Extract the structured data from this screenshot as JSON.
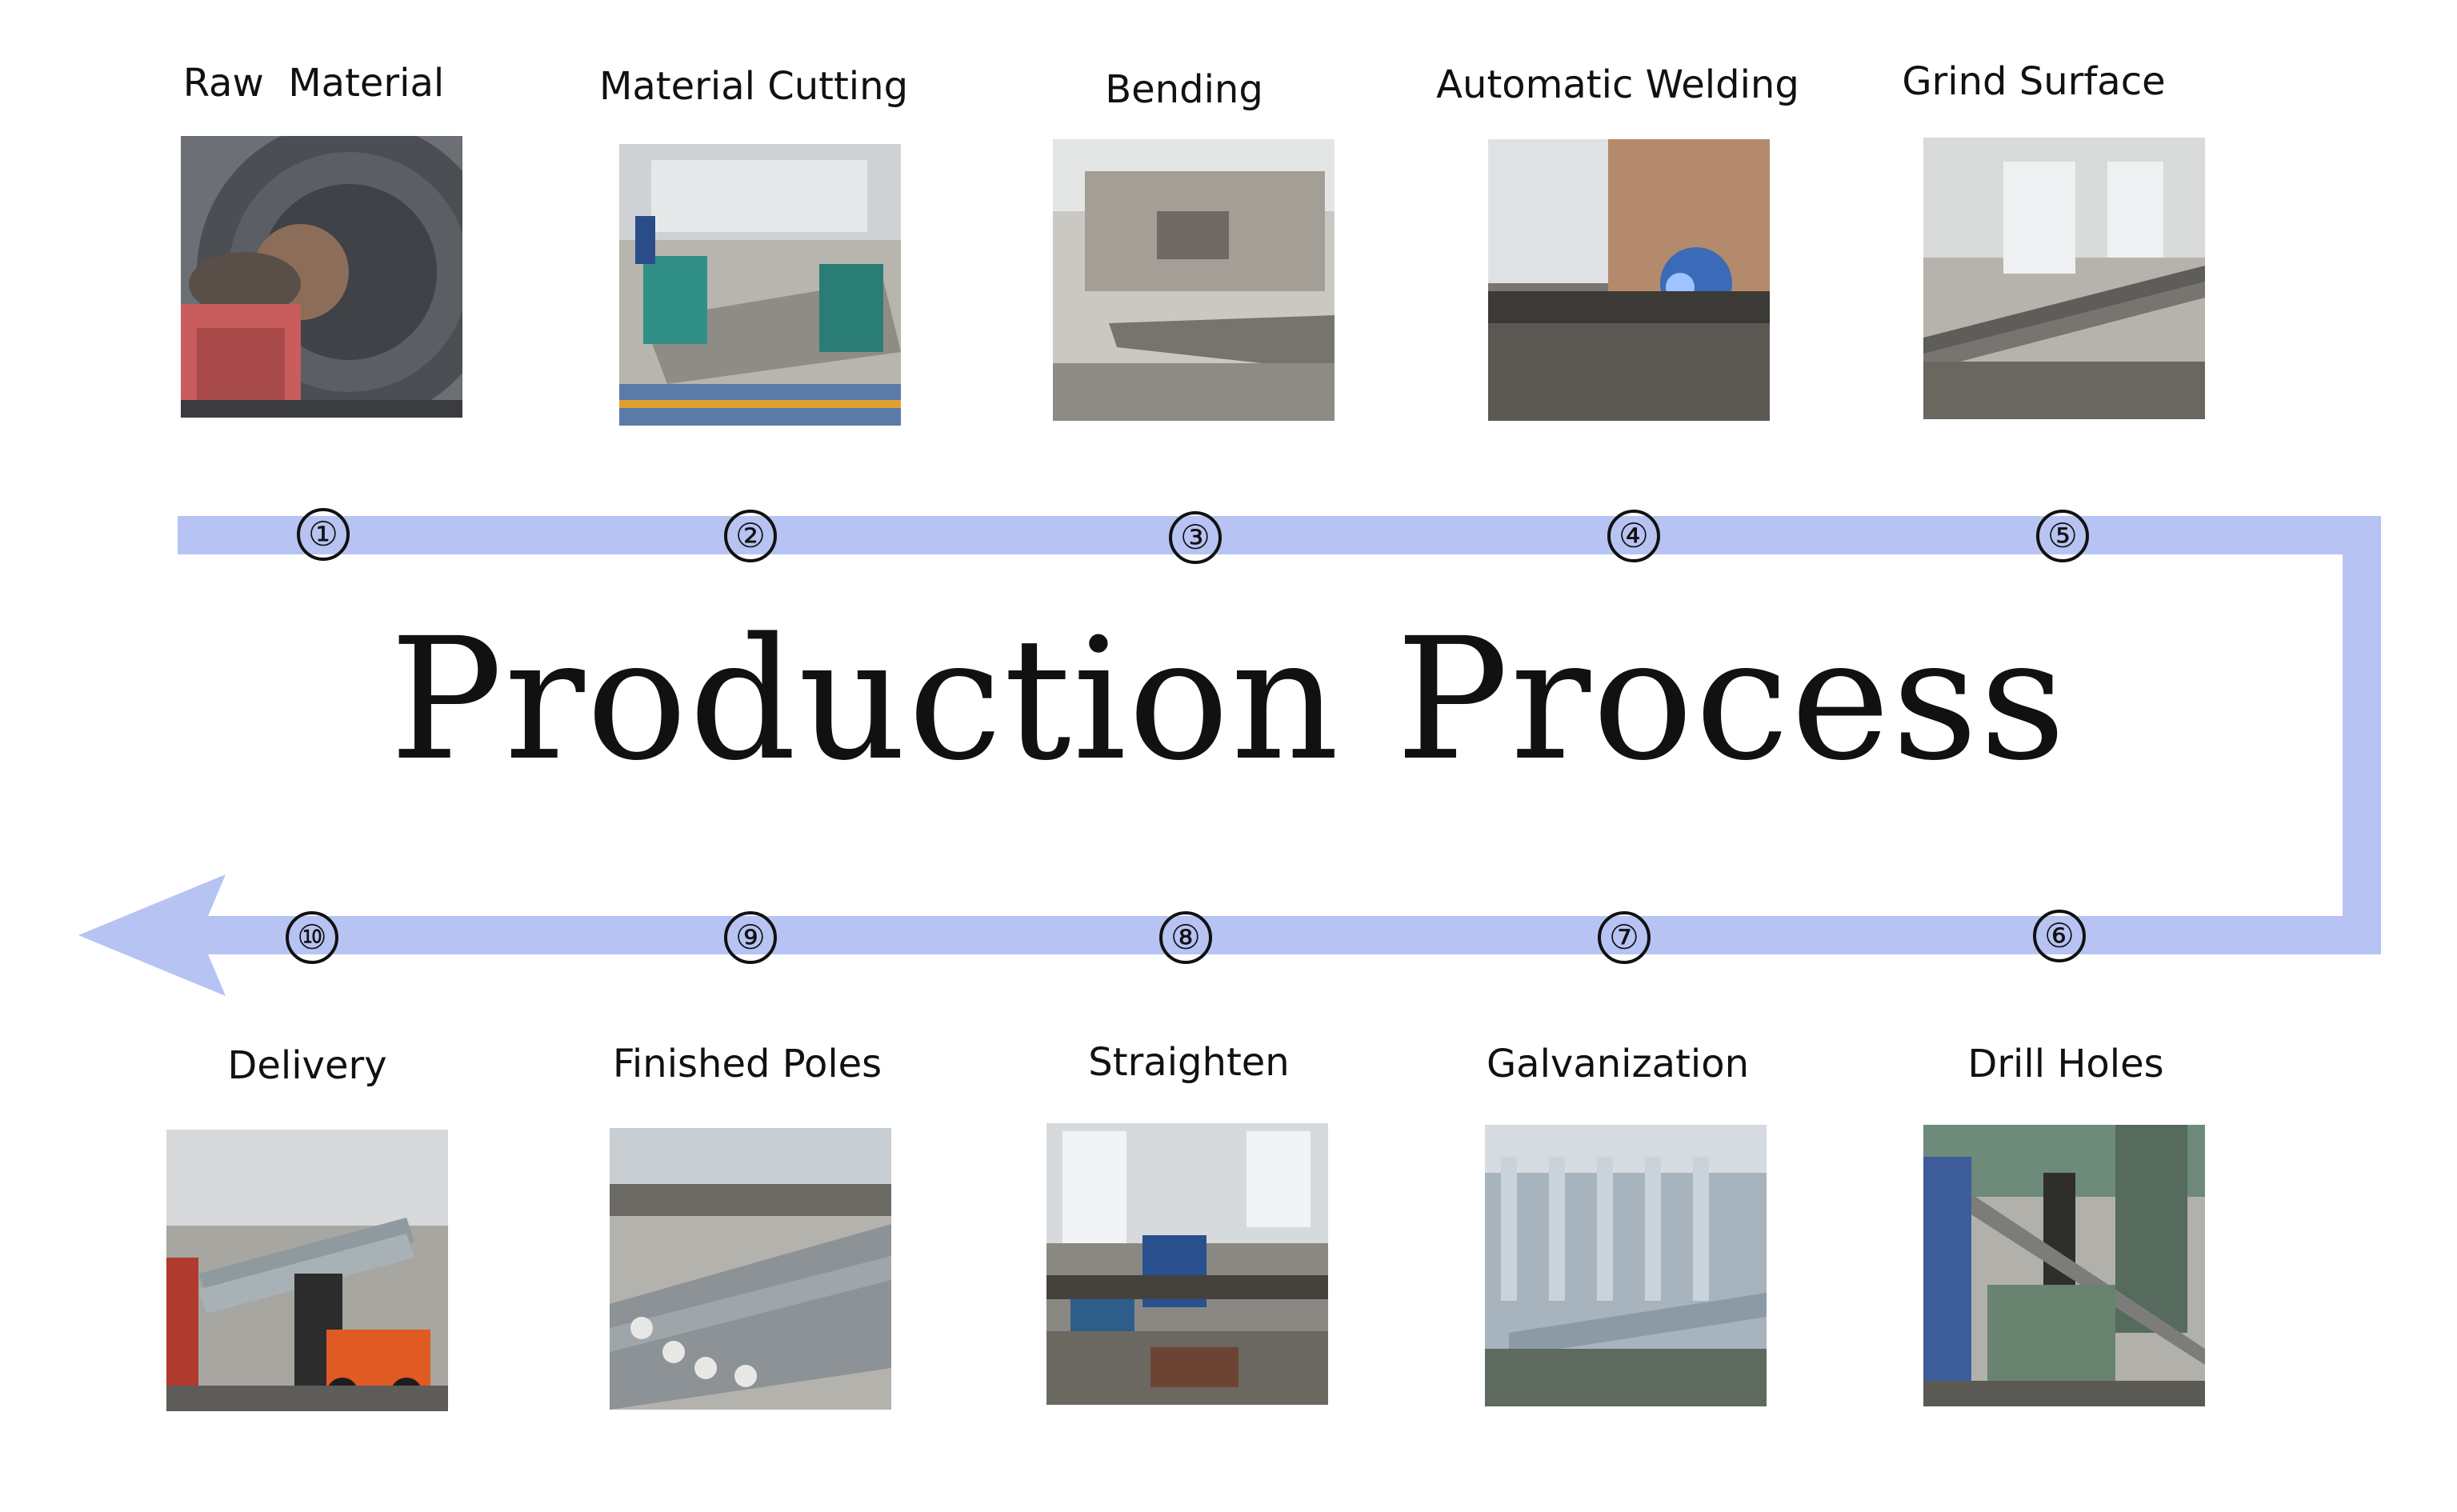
{
  "title": "Production Process",
  "flow_color": "#b6c3f3",
  "steps": [
    {
      "number": "①",
      "label": "Raw  Material",
      "photo": "steel-coil-photo"
    },
    {
      "number": "②",
      "label": "Material Cutting",
      "photo": "cutting-machine-photo"
    },
    {
      "number": "③",
      "label": "Bending",
      "photo": "press-brake-photo"
    },
    {
      "number": "④",
      "label": "Automatic Welding",
      "photo": "welding-photo"
    },
    {
      "number": "⑤",
      "label": "Grind Surface",
      "photo": "grinding-photo"
    },
    {
      "number": "⑥",
      "label": "Drill Holes",
      "photo": "drilling-photo"
    },
    {
      "number": "⑦",
      "label": "Galvanization",
      "photo": "galvanizing-bath-photo"
    },
    {
      "number": "⑧",
      "label": "Straighten",
      "photo": "straightening-photo"
    },
    {
      "number": "⑨",
      "label": "Finished Poles",
      "photo": "finished-poles-photo"
    },
    {
      "number": "⑩",
      "label": "Delivery",
      "photo": "delivery-truck-photo"
    }
  ]
}
